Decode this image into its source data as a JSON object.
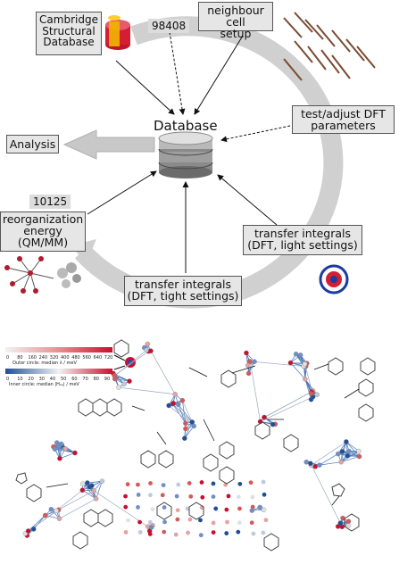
{
  "top_diagram": {
    "csd_box": {
      "lines": [
        "Cambridge",
        "Structural",
        "Database"
      ]
    },
    "count_csd": "98408",
    "neighbour_box": {
      "lines": [
        "neighbour cell",
        "setup"
      ]
    },
    "database_label": "Database",
    "dft_box": {
      "lines": [
        "test/adjust DFT",
        "parameters"
      ]
    },
    "analysis_box": {
      "label": "Analysis"
    },
    "count_reorg": "10125",
    "reorg_box": {
      "lines": [
        "reorganization",
        "energy",
        "(QM/MM)"
      ]
    },
    "transfer_light_box": {
      "lines": [
        "transfer integrals",
        "(DFT, light settings)"
      ]
    },
    "transfer_tight_box": {
      "lines": [
        "transfer integrals",
        "(DFT, tight settings)"
      ]
    },
    "colors": {
      "box_fill": "#e6e6e6",
      "arrow_gray": "#c8c8c8",
      "circle_gray": "#d0d0d0"
    }
  },
  "network_legend": {
    "outer_ticks": [
      "0",
      "80",
      "160",
      "240",
      "320",
      "400",
      "480",
      "560",
      "640",
      "720"
    ],
    "outer_label": "Outer circle: median λ / meV",
    "inner_ticks": [
      "0",
      "10",
      "20",
      "30",
      "40",
      "50",
      "60",
      "70",
      "80",
      "90"
    ],
    "inner_label": "Inner circle: median |Hₐₑ| / meV",
    "colors": {
      "low": "#1f4e9b",
      "mid": "#f2f2f2",
      "high": "#c8102e",
      "edge": "#4a78b8"
    }
  }
}
